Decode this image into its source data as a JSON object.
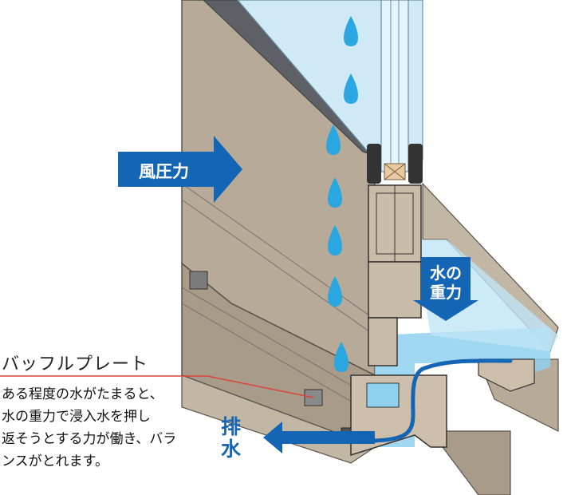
{
  "labels": {
    "wind_pressure": "風圧力",
    "gravity_line1": "水の",
    "gravity_line2": "重力",
    "drain_line1": "排",
    "drain_line2": "水",
    "baffle_title": "バッフルプレート",
    "description": [
      "ある程度の水がたまると、",
      "水の重力で浸入水を押し",
      "返そうとする力が働き、バラ",
      "ンスがとれます。"
    ]
  },
  "colors": {
    "frame": "#b7aa98",
    "frame_dark": "#8e8272",
    "frame_light": "#d4c8b6",
    "glass": "#cfe9f7",
    "water": "#8fd0ee",
    "drop": "#2aa6e0",
    "arrow_blue": "#1565b5",
    "leader_red": "#d9433b"
  },
  "icons": {
    "wind_arrow": "right-arrow-icon",
    "gravity_arrow": "down-arrow-icon",
    "drain_arrow": "left-arrow-icon",
    "drop": "water-drop-icon"
  }
}
